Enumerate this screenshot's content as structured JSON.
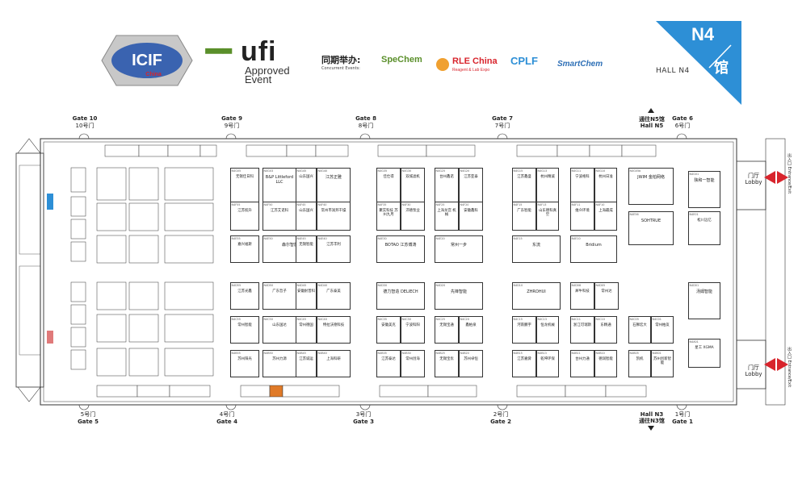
{
  "header": {
    "icif_logo_text": "ICIF",
    "icif_logo_sub": "China",
    "ufi_mark": "ufi",
    "ufi_line1": "Approved",
    "ufi_line2": "Event",
    "concurrent_cn": "同期举办:",
    "concurrent_en": "Concurrent Events:",
    "partners": [
      "SpeChem",
      "RLE China",
      "Reagent & Lab Expo",
      "CPLF",
      "SmartChem"
    ],
    "hall_badge": "N4",
    "hall_badge_cn": "馆",
    "hall_label": "HALL N4"
  },
  "colors": {
    "hall_badge": "#2d8fd6",
    "arrow_red": "#d8242c",
    "ufi_green": "#5a8f2a",
    "orange_booth": "#e07a28"
  },
  "gates_top": [
    {
      "en": "Gate 10",
      "cn": "10号门"
    },
    {
      "en": "Gate 9",
      "cn": "9号门"
    },
    {
      "en": "Gate 8",
      "cn": "8号门"
    },
    {
      "en": "Gate 7",
      "cn": "7号门"
    },
    {
      "en": "Gate 6",
      "cn": "6号门"
    }
  ],
  "gates_bottom": [
    {
      "en": "Gate 5",
      "cn": "5号门"
    },
    {
      "en": "Gate 4",
      "cn": "4号门"
    },
    {
      "en": "Gate 3",
      "cn": "3号门"
    },
    {
      "en": "Gate 2",
      "cn": "2号门"
    },
    {
      "en": "Gate 1",
      "cn": "1号门"
    }
  ],
  "to_n5": {
    "cn": "通往N5馆",
    "en": "Hall N5"
  },
  "to_n3": {
    "en": "Hall N3",
    "cn": "通往N3馆"
  },
  "lobby_top": {
    "cn": "门厅",
    "en": "Lobby"
  },
  "lobby_bottom": {
    "cn": "门厅",
    "en": "Lobby"
  },
  "entrance_top": {
    "cn": "出入口",
    "en": "Entrance/Exit"
  },
  "entrance_bottom": {
    "cn": "出入口",
    "en": "Entrance/Exit"
  },
  "booths": [
    {
      "id": "N4G05",
      "name": "无锡佳日科"
    },
    {
      "id": "N4G03",
      "name": "B&P Littleford LLC"
    },
    {
      "id": "N4G45",
      "name": "山东国兴"
    },
    {
      "id": "N4G40",
      "name": "江苏正雅"
    },
    {
      "id": "N4G35",
      "name": "佳仕得"
    },
    {
      "id": "N4G30",
      "name": "双城滤机"
    },
    {
      "id": "N4G25",
      "name": "台州鑫诺"
    },
    {
      "id": "N4G20",
      "name": "江苏亚泰"
    },
    {
      "id": "N4G15",
      "name": "江苏鑫盛"
    },
    {
      "id": "N4G13",
      "name": "杭州精诚"
    },
    {
      "id": "N4G11",
      "name": "宁波格科"
    },
    {
      "id": "N4G10",
      "name": "杭州日准"
    },
    {
      "id": "N4G05b",
      "name": "JWIM 金柏网络"
    },
    {
      "id": "N4G01",
      "name": "陕和一智能"
    },
    {
      "id": "N4F55",
      "name": "江苏揽升"
    },
    {
      "id": "N4F50",
      "name": "江苏艾诺科"
    },
    {
      "id": "N4F45",
      "name": "山东国兴"
    },
    {
      "id": "N4F40",
      "name": "常州市润邦干燥"
    },
    {
      "id": "N4F35",
      "name": "聚实科技 苏州九月"
    },
    {
      "id": "N4F30",
      "name": "沛德泵业"
    },
    {
      "id": "N4F25",
      "name": "上海龙宫 机械"
    },
    {
      "id": "N4F20",
      "name": "安徽鑫科"
    },
    {
      "id": "N4F15",
      "name": "广东智能"
    },
    {
      "id": "N4F13",
      "name": "山东德科真空"
    },
    {
      "id": "N4F11",
      "name": "维众环境"
    },
    {
      "id": "N4F10",
      "name": "上海最成"
    },
    {
      "id": "N4E56",
      "name": "SOHTRUE"
    },
    {
      "id": "N4E01",
      "name": "松川远亿"
    },
    {
      "id": "N4E55",
      "name": "嘉兴福斯"
    },
    {
      "id": "N4E50",
      "name": "森尔智能"
    },
    {
      "id": "N4E45",
      "name": "无锡智能"
    },
    {
      "id": "N4E40",
      "name": "江苏丰利"
    },
    {
      "id": "N4E30",
      "name": "BOTAO 江苏博涛"
    },
    {
      "id": "N4E20",
      "name": "常州一步"
    },
    {
      "id": "N4E15",
      "name": "东流"
    },
    {
      "id": "N4E10",
      "name": "Bridium"
    },
    {
      "id": "N4D55",
      "name": "江苏光鑫"
    },
    {
      "id": "N4D50",
      "name": "广东哲子"
    },
    {
      "id": "N4D45",
      "name": "安徽耐普科"
    },
    {
      "id": "N4D40",
      "name": "广东泰美"
    },
    {
      "id": "N4D30",
      "name": "德力智造 DELIECH"
    },
    {
      "id": "N4D20",
      "name": "先锋智能"
    },
    {
      "id": "N4D10",
      "name": "ZHROHUI"
    },
    {
      "id": "N4D08",
      "name": "犀牛科技"
    },
    {
      "id": "N4D05",
      "name": "常州达"
    },
    {
      "id": "N4D01",
      "name": "汤姆智能"
    },
    {
      "id": "N4C55",
      "name": "常州智能"
    },
    {
      "id": "N4C50",
      "name": "山东国达"
    },
    {
      "id": "N4C45",
      "name": "常州德国"
    },
    {
      "id": "N4C40",
      "name": "特拉沃德科技"
    },
    {
      "id": "N4C35",
      "name": "安徽美克"
    },
    {
      "id": "N4C30",
      "name": "宁波科阳"
    },
    {
      "id": "N4C25",
      "name": "无锡宝通"
    },
    {
      "id": "N4C20",
      "name": "鑫柏泉"
    },
    {
      "id": "N4C15",
      "name": "河南鹏宇"
    },
    {
      "id": "N4C13",
      "name": "恒龙机械"
    },
    {
      "id": "N4C11",
      "name": "浙江可瑞斯"
    },
    {
      "id": "N4C10",
      "name": "东精通"
    },
    {
      "id": "N4C05",
      "name": "石狮宏大"
    },
    {
      "id": "N4C01",
      "name": "常州柏友"
    },
    {
      "id": "N4B35",
      "name": "江苏泰达"
    },
    {
      "id": "N4B30",
      "name": "常州创海"
    },
    {
      "id": "N4B25",
      "name": "无锡宝优"
    },
    {
      "id": "N4B20",
      "name": "苏州卓恒"
    },
    {
      "id": "N4B15",
      "name": "江苏嘉舜"
    },
    {
      "id": "N4B13",
      "name": "乾坤环保"
    },
    {
      "id": "N4B11",
      "name": "台州力通"
    },
    {
      "id": "N4B10",
      "name": "德润智能"
    },
    {
      "id": "N4B05",
      "name": "凯机"
    },
    {
      "id": "N4B01",
      "name": "苏州创新智能"
    },
    {
      "id": "N4A01",
      "name": "星工 XGMA"
    },
    {
      "id": "N4B45",
      "name": "江苏诚运"
    },
    {
      "id": "N4B40",
      "name": "上海科研"
    },
    {
      "id": "N4B55",
      "name": "苏州阳光"
    },
    {
      "id": "N4B50",
      "name": "苏州力源"
    }
  ]
}
